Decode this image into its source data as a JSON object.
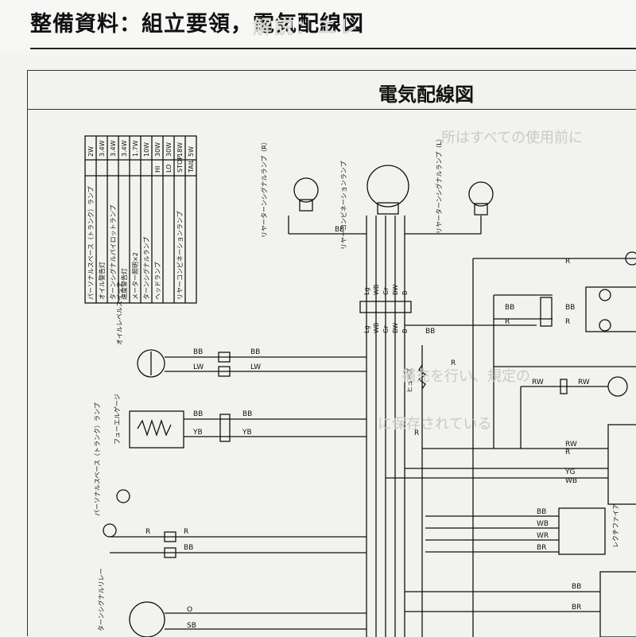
{
  "header": {
    "page_title": "整備資料：組立要領，電気配線図",
    "ghost_heading": "解説：エレ"
  },
  "diagram": {
    "title": "電気配線図"
  },
  "bulb_table": [
    {
      "name": "パーソナルスペース（トランク）ランプ",
      "mode": "",
      "watt": "2W"
    },
    {
      "name": "オイル警告灯",
      "mode": "",
      "watt": "3.4W"
    },
    {
      "name": "ターンシグナルパイロットランプ",
      "mode": "",
      "watt": "3.4W"
    },
    {
      "name": "速度警告灯",
      "mode": "",
      "watt": "3.4W"
    },
    {
      "name": "メーター照明×2",
      "mode": "",
      "watt": "1.7W"
    },
    {
      "name": "ターンシグナルランプ",
      "mode": "",
      "watt": "10W"
    },
    {
      "name": "ヘッドランプ",
      "mode": "HI",
      "watt": "30W"
    },
    {
      "name": "",
      "mode": "LO",
      "watt": "30W"
    },
    {
      "name": "リヤーコンビネーションランプ",
      "mode": "STOP",
      "watt": "18W"
    },
    {
      "name": "",
      "mode": "TAIL",
      "watt": "5W"
    }
  ],
  "components": {
    "rear_turn_r": "リヤーターンシグナルランプ（R）",
    "rear_combination": "リヤーコンビネーションランプ",
    "rear_turn_l": "リヤーターンシグナルランプ（L）",
    "oil_level_switch": "オイルレベルスイッチ",
    "fuel_gauge": "フューエルゲージ",
    "personal_space_lamp": "パーソナルスペース（トランク）ランプ",
    "fuse": "ヒューズ",
    "rectifier": "レクチファイア",
    "turn_relay": "ターンシグナルリレー"
  },
  "wire_codes": {
    "bundle": [
      "Lg",
      "WB",
      "Gr",
      "BW",
      "B"
    ],
    "bb": "BB",
    "lw": "LW",
    "yb": "YB",
    "r": "R",
    "rw": "RW",
    "yg": "YG",
    "wb": "WB",
    "wr": "WR",
    "br": "BR",
    "o": "O",
    "sb": "SB"
  }
}
